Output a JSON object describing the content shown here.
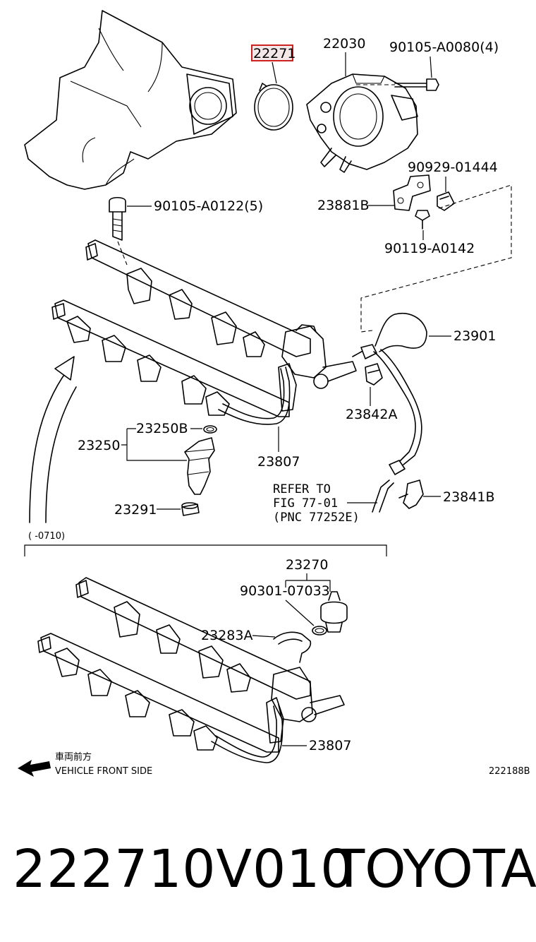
{
  "diagram": {
    "highlight_color": "#cc2222",
    "labels": {
      "gasket": "22271",
      "throttle_body": "22030",
      "bolt_top": "90105-A0080(4)",
      "bolt_rail": "90105-A0122(5)",
      "clip_upper": "90929-01444",
      "bracket": "23881B",
      "bolt_bracket": "90119-A0142",
      "hose": "23901",
      "clip_hose": "23842A",
      "injector_seal": "23250B",
      "injector": "23250",
      "fuel_pipe_upper": "23807",
      "injector_cushion": "23291",
      "refer_line1": "REFER TO",
      "refer_line2": "FIG 77-01",
      "refer_line3": "(PNC 77252E)",
      "clip_lower": "23841B",
      "date_range": "(    -0710)",
      "damper": "23270",
      "oring": "90301-07033",
      "retainer": "23283A",
      "fuel_pipe_lower": "23807",
      "direction_jp": "車両前方",
      "direction_en": "VEHICLE FRONT SIDE",
      "figure_id": "222188B"
    }
  },
  "caption": {
    "part_number": "222710V010",
    "brand": "TOYOTA"
  }
}
